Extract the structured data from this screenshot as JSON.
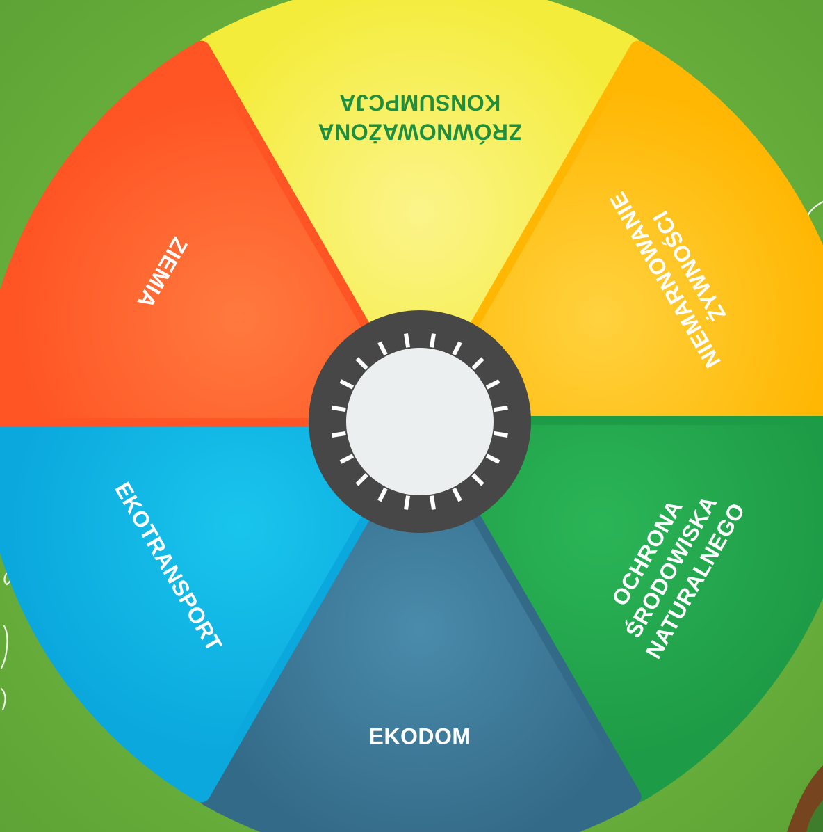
{
  "segments": [
    {
      "id": "zrownowazona",
      "lines": [
        "ZRÓWNOWAŻONA",
        "KONSUMPCJA"
      ],
      "color": "#f4ec3a",
      "color_light": "#fbf48a",
      "text_color": "#1f8f3f",
      "icon": "none"
    },
    {
      "id": "niemarnowanie",
      "lines": [
        "NIEMARNOWANIE",
        "ŻYWNOŚCI"
      ],
      "color": "#ffb703",
      "color_light": "#ffd23f",
      "text_color": "#ffffff"
    },
    {
      "id": "ochrona",
      "lines": [
        "OCHRONA",
        "ŚRODOWISKA",
        "NATURALNEGO"
      ],
      "color": "#1e9b46",
      "color_light": "#2bb557",
      "text_color": "#ffffff"
    },
    {
      "id": "ekodom",
      "lines": [
        "EKODOM"
      ],
      "color": "#336a87",
      "color_light": "#4a8bab",
      "text_color": "#ffffff"
    },
    {
      "id": "ekotransport",
      "lines": [
        "EKOTRANSPORT"
      ],
      "color": "#0ba8dd",
      "color_light": "#19c5ec",
      "text_color": "#ffffff"
    },
    {
      "id": "ziemia",
      "lines": [
        "ZIEMIA"
      ],
      "color": "#ff5424",
      "color_light": "#ff7a3e",
      "text_color": "#ffffff"
    }
  ],
  "hub": {
    "ring_color": "#474747",
    "center_color": "#eceff0",
    "tick_color": "#ffffff"
  },
  "background_color": "#6cb33e",
  "divider_color": "#ffffff"
}
